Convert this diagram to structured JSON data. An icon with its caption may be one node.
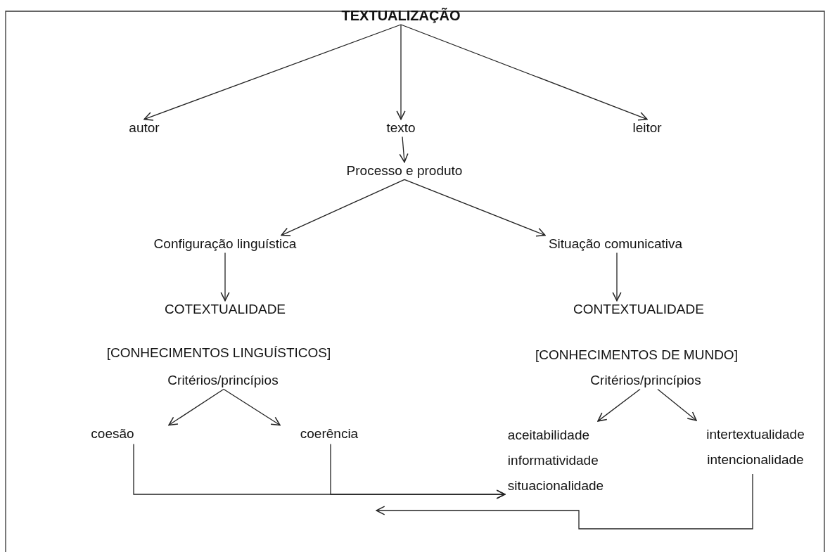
{
  "diagram": {
    "nodes": [
      {
        "text": [
          "TEXTUALIZAÇÃO"
        ]
      },
      {
        "text": [
          "autor"
        ]
      },
      {
        "text": [
          "texto"
        ]
      },
      {
        "text": [
          "leitor"
        ]
      },
      {
        "text": [
          "Processo e produto"
        ]
      },
      {
        "text": [
          "Configuração linguística"
        ]
      },
      {
        "text": [
          "Situação comunicativa"
        ]
      },
      {
        "text": [
          "COTEXTUALIDADE"
        ]
      },
      {
        "text": [
          "CONTEXTUALIDADE"
        ]
      },
      {
        "text": [
          "Critérios/princípios"
        ]
      },
      {
        "text": [
          "Critérios/princípios"
        ]
      },
      {
        "text": [
          "coesão"
        ]
      },
      {
        "text": [
          "coerência"
        ]
      },
      {
        "text": [
          "aceitabilidade",
          "informatividade",
          "situacionalidade"
        ]
      },
      {
        "text": [
          "intertextualidade",
          "intencionalidade"
        ]
      }
    ],
    "edges": [
      {
        "from": 0,
        "to": 1,
        "arrow": "to"
      },
      {
        "from": 0,
        "to": 2,
        "arrow": "to"
      },
      {
        "from": 0,
        "to": 3,
        "arrow": "to"
      },
      {
        "from": 2,
        "to": 4,
        "arrow": "to"
      },
      {
        "from": 4,
        "to": 5,
        "arrow": "to"
      },
      {
        "from": 4,
        "to": 6,
        "arrow": "to"
      },
      {
        "from": 5,
        "to": 7,
        "arrow": "to"
      },
      {
        "from": 6,
        "to": 8,
        "arrow": "to"
      },
      {
        "from": 9,
        "to": 11,
        "arrow": "to"
      },
      {
        "from": 9,
        "to": 12,
        "arrow": "to"
      },
      {
        "from": 10,
        "to": 13,
        "arrow": "to"
      },
      {
        "from": 10,
        "to": 14,
        "arrow": "to"
      },
      {
        "from": 11,
        "to": 13,
        "arrow": "to"
      },
      {
        "from": 12,
        "to": 13,
        "arrow": "to"
      },
      {
        "from": 14,
        "to": null,
        "arrow": "to"
      }
    ],
    "labels": [
      "[CONHECIMENTOS LINGUÍSTICOS]",
      "[CONHECIMENTOS DE MUNDO]"
    ]
  }
}
